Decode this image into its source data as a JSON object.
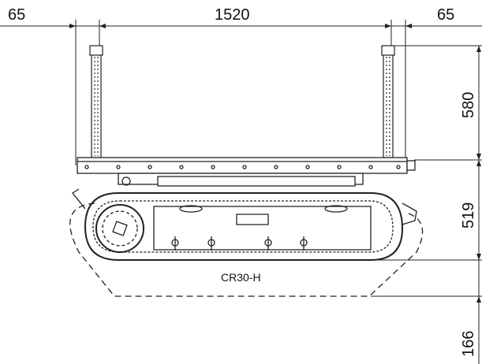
{
  "dimensions": {
    "left_overhang": "65",
    "platform_width": "1520",
    "right_overhang": "65",
    "post_height": "580",
    "chassis_height": "519",
    "ground_clearance": "166"
  },
  "model_label": "CR30-H",
  "colors": {
    "line": "#222222",
    "background": "#ffffff"
  }
}
